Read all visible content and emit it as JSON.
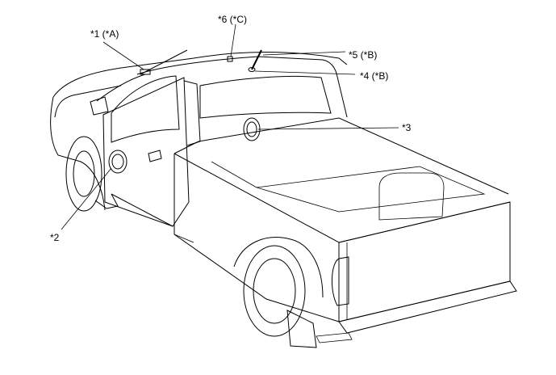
{
  "callouts": {
    "c1": "*1 (*A)",
    "c2": "*2",
    "c3": "*3",
    "c4": "*4 (*B)",
    "c5": "*5 (*B)",
    "c6": "*6 (*C)"
  }
}
